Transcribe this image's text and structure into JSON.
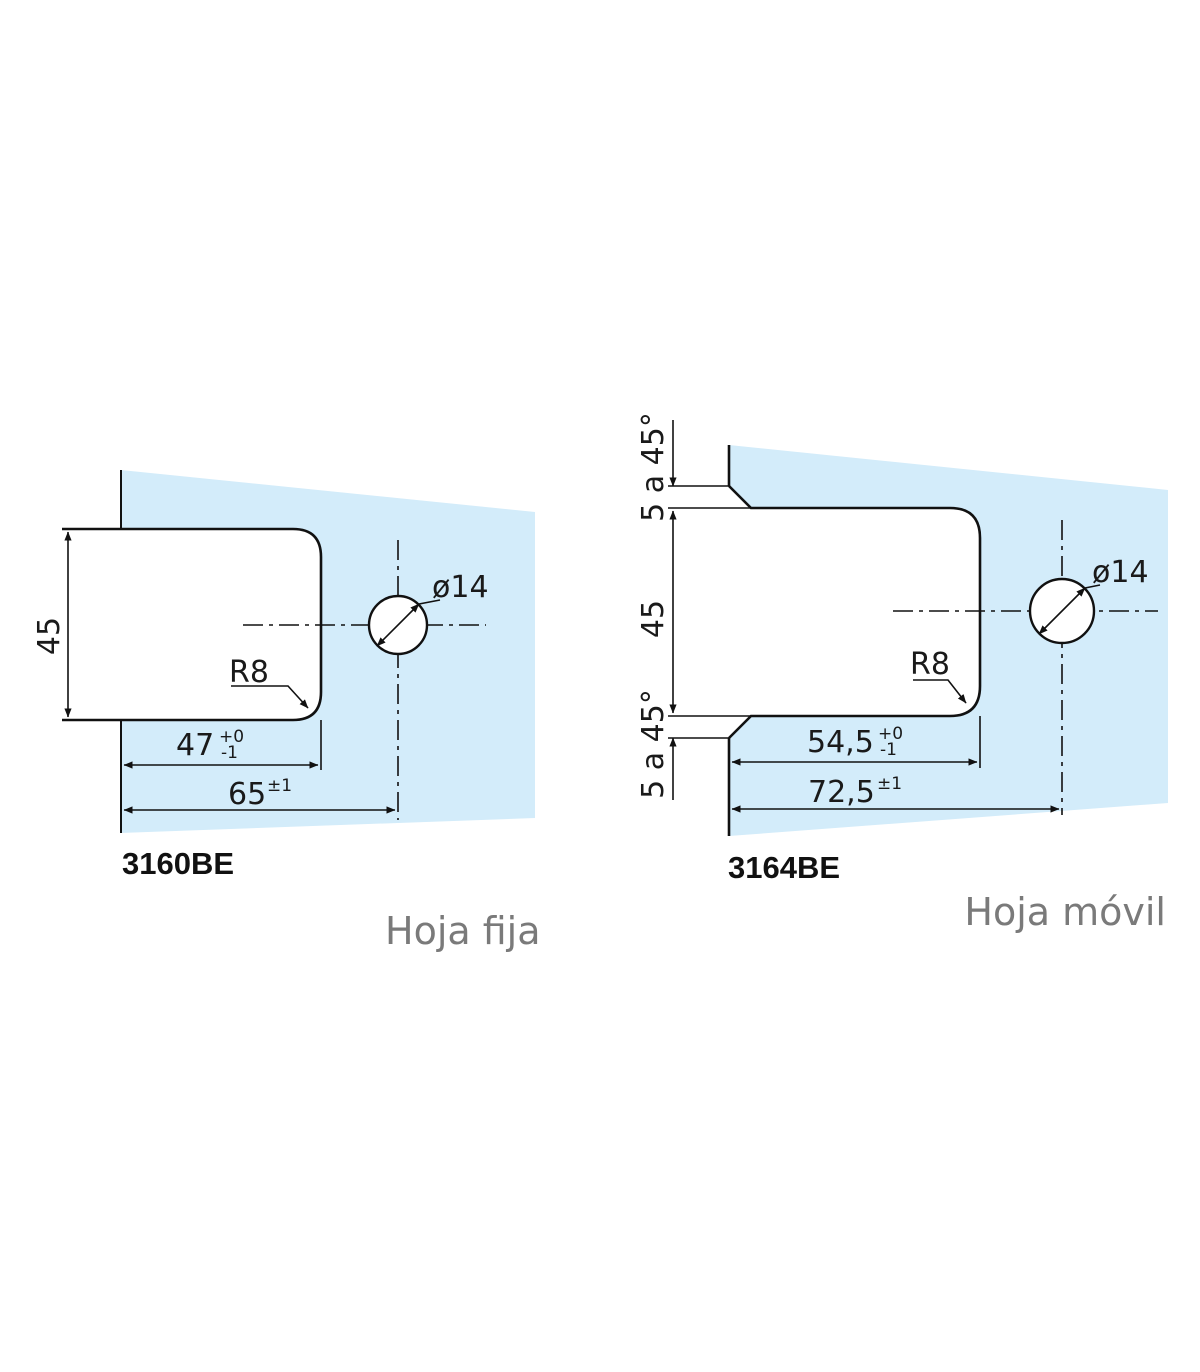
{
  "colors": {
    "glass": "#d3ecfa",
    "line": "#111111",
    "caption": "#7a7a7a"
  },
  "left": {
    "code": "3160BE",
    "caption": "Hoja fija",
    "dim_height": "45",
    "dim_radius": "R8",
    "dim_hole": "ø14",
    "dim_cut": {
      "value": "47",
      "tol_plus": "+0",
      "tol_minus": "-1"
    },
    "dim_axis": {
      "value": "65",
      "tol": "±1"
    }
  },
  "right": {
    "code": "3164BE",
    "caption": "Hoja móvil",
    "dim_height": "45",
    "dim_bevel_top": "5 a 45°",
    "dim_bevel_bottom": "5 a 45°",
    "dim_radius": "R8",
    "dim_hole": "ø14",
    "dim_cut": {
      "value": "54,5",
      "tol_plus": "+0",
      "tol_minus": "-1"
    },
    "dim_axis": {
      "value": "72,5",
      "tol": "±1"
    }
  }
}
